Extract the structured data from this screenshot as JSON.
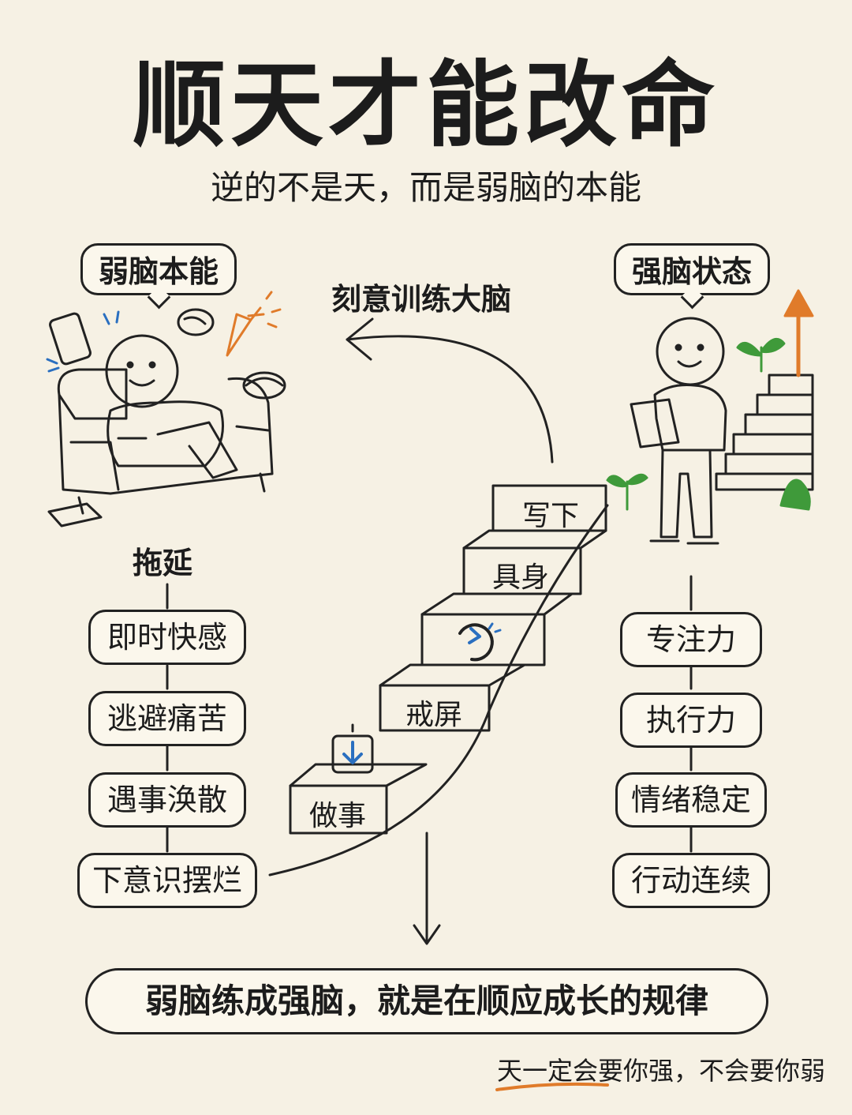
{
  "title": "顺天才能改命",
  "subtitle": "逆的不是天，而是弱脑的本能",
  "left": {
    "bubble": "弱脑本能",
    "start_label": "拖延",
    "items": [
      "即时快感",
      "逃避痛苦",
      "遇事涣散",
      "下意识摆烂"
    ]
  },
  "right": {
    "bubble": "强脑状态",
    "items": [
      "专注力",
      "执行力",
      "情绪稳定",
      "行动连续"
    ]
  },
  "arrow_label": "刻意训练大脑",
  "steps": [
    "做事",
    "戒屏",
    "",
    "具身",
    "写下"
  ],
  "bottom_banner": "弱脑练成强脑，就是在顺应成长的规律",
  "footer_note": "天一定会要你强，不会要你弱",
  "colors": {
    "accent_orange": "#e07b2a",
    "accent_blue": "#2a6fc0",
    "plant_green": "#3f9a3a"
  }
}
